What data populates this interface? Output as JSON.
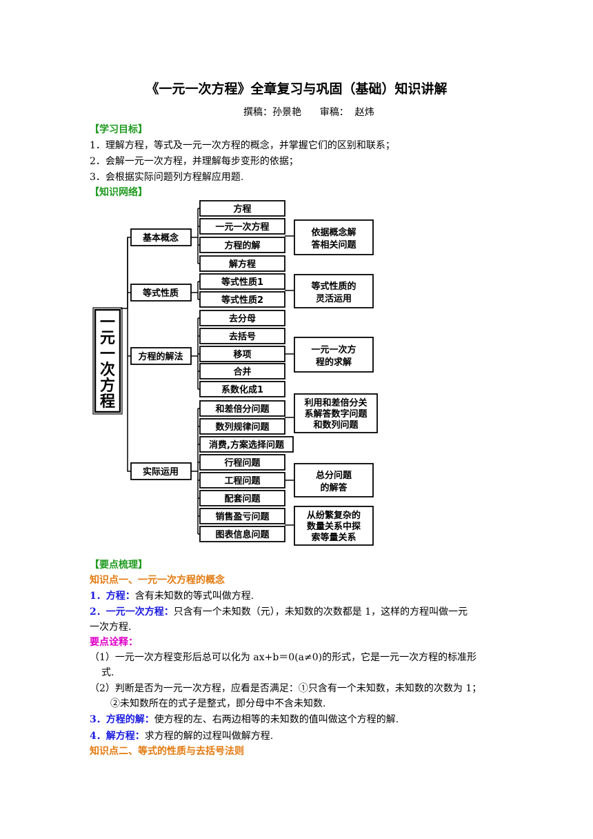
{
  "title": "《一元一次方程》全章复习与巩固（基础）知识讲解",
  "byline": "撰稿：孙景艳      审稿：  赵炜",
  "goals": {
    "heading": "【学习目标】",
    "items": [
      "1．理解方程，等式及一元一次方程的概念，并掌握它们的区别和联系；",
      "2．会解一元一次方程，并理解每步变形的依据；",
      "3．会根据实际问题列方程解应用题."
    ]
  },
  "network": {
    "heading": "【知识网络】",
    "root": [
      "一",
      "元",
      "一",
      "次",
      "方",
      "程"
    ],
    "categories": [
      "基本概念",
      "等式性质",
      "方程的解法",
      "实际运用"
    ],
    "items": [
      "方程",
      "一元一次方程",
      "方程的解",
      "解方程",
      "等式性质1",
      "等式性质2",
      "去分母",
      "去括号",
      "移项",
      "合并",
      "系数化成1",
      "和差倍分问题",
      "数列规律问题",
      "消费,方案选择问题",
      "行程问题",
      "工程问题",
      "配套问题",
      "销售盈亏问题",
      "图表信息问题"
    ],
    "notes": [
      [
        "依据概念解",
        "答相关问题"
      ],
      [
        "等式性质的",
        "灵活运用"
      ],
      [
        "一元一次方",
        "程的求解"
      ],
      [
        "利用和差倍分关",
        "系解答数字问题",
        "和数列问题"
      ],
      [
        "总分问题",
        "的解答"
      ],
      [
        "从纷繁复杂的",
        "数量关系中探",
        "索等量关系"
      ]
    ]
  },
  "points": {
    "heading": "【要点梳理】",
    "kp1": "知识点一、一元一次方程的概念",
    "p1_label": "1．方程：",
    "p1_text": "含有未知数的等式叫做方程.",
    "p2_label": "2．一元一次方程：",
    "p2_text": "只含有一个未知数（元），未知数的次数都是 1，这样的方程叫做一元",
    "p2_cont": "一次方程.",
    "note_label": "要点诠释：",
    "n1": "（1）一元一次方程变形后总可以化为  ax+b＝0(a≠0)的形式，它是一元一次方程的标准形",
    "n1_cont": "式.",
    "n2": "（2）判断是否为一元一次方程，应看是否满足：①只含有一个未知数，未知数的次数为 1；",
    "n2_cont": "②未知数所在的式子是整式，即分母中不含未知数.",
    "p3_label": "3．方程的解：",
    "p3_text": "使方程的左、右两边相等的未知数的值叫做这个方程的解.",
    "p4_label": "4．解方程：",
    "p4_text": "求方程的解的过程叫做解方程.",
    "kp2": "知识点二、等式的性质与去括号法则"
  }
}
